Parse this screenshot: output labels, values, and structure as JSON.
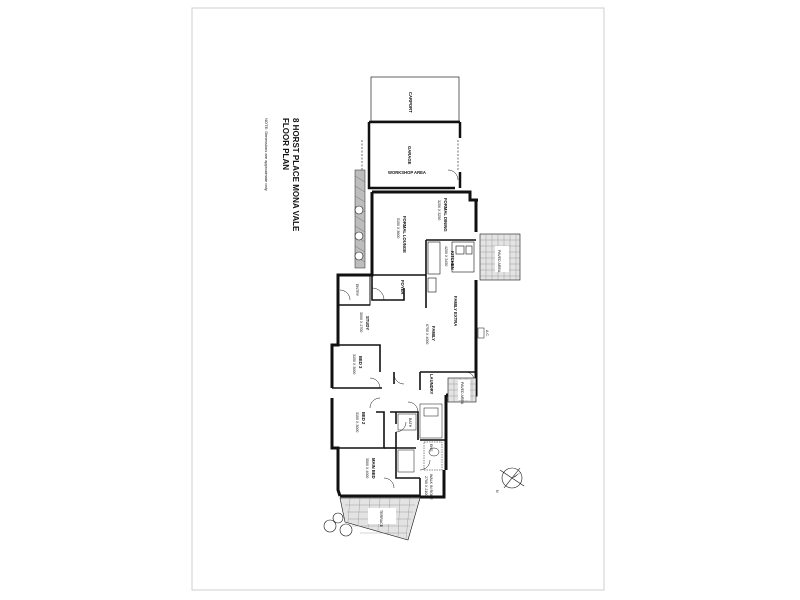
{
  "title": {
    "line1": "FLOOR PLAN",
    "line2": "8 HORST PLACE MONA VALE",
    "note": "NOTE: Dimensions are approximate only"
  },
  "rooms": {
    "carport": "CARPORT",
    "garage": "GARAGE",
    "workshop": "WORKSHOP AREA",
    "formal_dining": "FORMAL DINING",
    "formal_dining_dim": "3250 X 3250",
    "formal_lounge": "FORMAL LOUNGE",
    "formal_lounge_dim": "5150 X 3600",
    "kitchen": "KITCHEN",
    "kitchen_dim": "4200 X 3450",
    "paved_area_1": "PAVED AREA",
    "foyer": "FOYER",
    "entry": "ENTRY",
    "family": "FAMILY",
    "family_dim": "6750 X 4000",
    "family_extra": "FAMILY EXTRA",
    "study": "STUDY",
    "study_dim": "3000 X 2700",
    "bed3": "BED 3",
    "bed3_dim": "3150 X 3000",
    "laundry": "LAUNDRY",
    "paved_area_2": "PAVED AREA",
    "bed2": "BED 2",
    "bed2_dim": "3150 X 3000",
    "bath": "BATH",
    "ensuite": "ENS",
    "main_bed": "MAIN BED",
    "main_bed_dim": "3500 X 4000",
    "walk_in_robe": "WALK IN ROBE",
    "walk_in_robe_dim": "2700 X 2100",
    "terrace": "TERRACE",
    "ac": "A.C."
  },
  "compass_label": "N"
}
